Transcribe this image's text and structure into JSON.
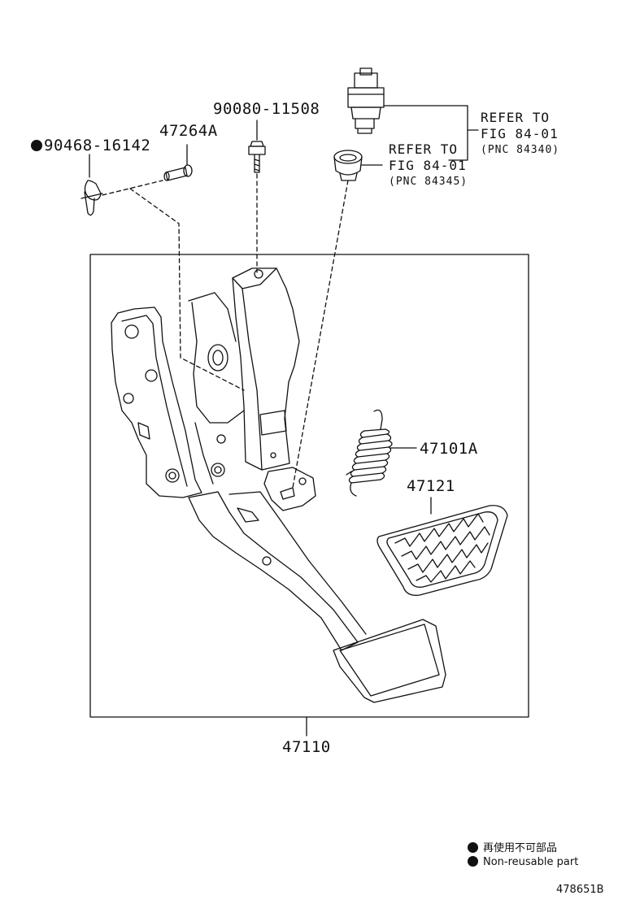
{
  "parts": {
    "clip": "90468-16142",
    "pin": "47264A",
    "bolt": "90080-11508",
    "spring": "47101A",
    "pad": "47121",
    "assembly": "47110"
  },
  "refs": {
    "stop_switch": {
      "line1": "REFER TO",
      "line2": "FIG 84-01",
      "pnc": "(PNC 84340)"
    },
    "cushion": {
      "line1": "REFER TO",
      "line2": "FIG 84-01",
      "pnc": "(PNC 84345)"
    }
  },
  "legend": {
    "japanese": "再使用不可部品",
    "english": "Non-reusable part"
  },
  "figure_id": "478651B"
}
